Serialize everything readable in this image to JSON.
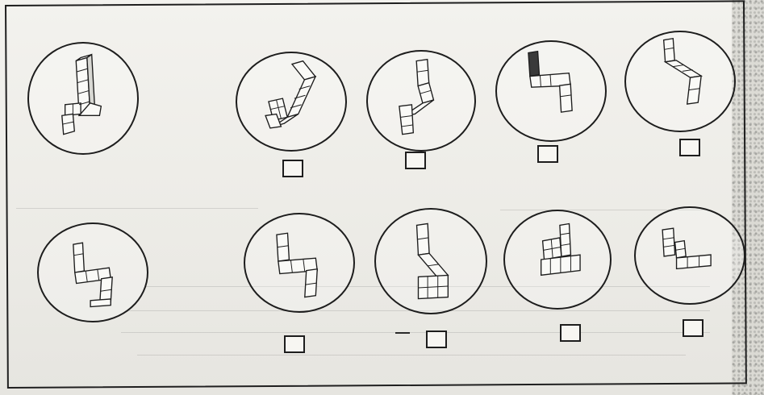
{
  "rows": [
    {
      "reference": {
        "icon": "block-figure-reference-1"
      },
      "options": [
        {
          "icon": "block-figure-option",
          "answer_box_checked": false
        },
        {
          "icon": "block-figure-option",
          "answer_box_checked": false
        },
        {
          "icon": "block-figure-option",
          "answer_box_checked": false
        },
        {
          "icon": "block-figure-option",
          "answer_box_checked": false
        }
      ]
    },
    {
      "reference": {
        "icon": "block-figure-reference-2"
      },
      "options": [
        {
          "icon": "block-figure-option",
          "answer_box_checked": false
        },
        {
          "icon": "block-figure-option",
          "answer_box_checked": false
        },
        {
          "icon": "block-figure-option",
          "answer_box_checked": false
        },
        {
          "icon": "block-figure-option",
          "answer_box_checked": false
        }
      ]
    }
  ],
  "colors": {
    "ink": "#1d1d1d",
    "paper": "#ecebe6"
  }
}
